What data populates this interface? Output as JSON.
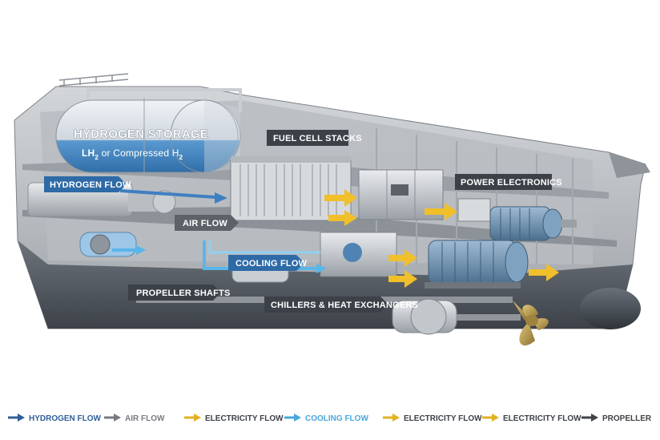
{
  "labels": {
    "hydrogen_storage": "HYDROGEN STORAGE",
    "hydrogen_storage_sub_a": "LH",
    "hydrogen_storage_sub_b": " or Compressed H",
    "subscript": "2",
    "hydrogen_flow": "HYDROGEN FLOW",
    "fuel_cell_stacks": "FUEL CELL STACKS",
    "power_electronics": "POWER ELECTRONICS",
    "air_flow": "AIR FLOW",
    "cooling_flow": "COOLING FLOW",
    "propeller_shafts": "PROPELLER SHAFTS",
    "chillers": "CHILLERS & HEAT EXCHANGERS"
  },
  "legend": [
    {
      "label": "HYDROGEN FLOW",
      "color": "#2f5f9a"
    },
    {
      "label": "AIR FLOW",
      "color": "#777b80"
    },
    {
      "label": "ELECTRICITY FLOW",
      "color": "#e2b022"
    },
    {
      "label": "COOLING FLOW",
      "color": "#4aa6dc"
    },
    {
      "label": "ELECTRICITY FLOW",
      "color": "#e2b022"
    },
    {
      "label": "ELECTRICITY FLOW",
      "color": "#e2b022"
    },
    {
      "label": "PROPELLER",
      "color": "#3f4246"
    }
  ],
  "colors": {
    "hull": "#c4c7ca",
    "hull_dark": "#5b6068",
    "tank": "#dfe4ea",
    "tank_blue": "#4d8fc7",
    "motor": "#6f93b3",
    "label_bg": "#3c4148",
    "label_blue": "#2e6aa6",
    "propeller": "#b59a52"
  }
}
